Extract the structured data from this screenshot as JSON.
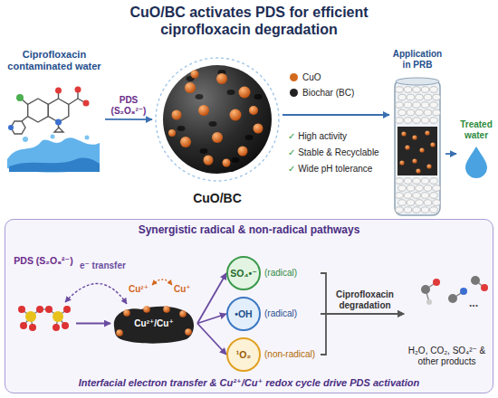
{
  "diagram": {
    "title": "CuO/BC activates PDS for efficient ciprofloxacin degradation",
    "nodes": [
      {
        "text": [
          "Ciprofloxacin contaminated water"
        ]
      },
      {
        "text": [
          "CuO/BC"
        ]
      },
      {
        "text": [
          "Application in PRB"
        ]
      },
      {
        "text": [
          "Treated water"
        ]
      },
      {
        "text": [
          "Synergistic radical & non-radical pathways",
          "Interfacial electron transfer & Cu²⁺/Cu⁺ redox cycle drive PDS activation"
        ]
      },
      {
        "text": [
          "PDS (S₂O₈²⁻)"
        ],
        "in": 4
      },
      {
        "text": [
          "Cu²⁺/Cu⁺"
        ],
        "in": 4
      },
      {
        "text": [
          "SO₄•⁻",
          "(radical)"
        ],
        "in": 4
      },
      {
        "text": [
          "•OH",
          "(radical)"
        ],
        "in": 4
      },
      {
        "text": [
          "¹O₂",
          "(non-radical)"
        ],
        "in": 4
      },
      {
        "text": [
          "H₂O, CO₂, SO₄²⁻ & other products"
        ],
        "in": 4
      }
    ],
    "edges": [
      {
        "from": 0,
        "to": 1,
        "label": "PDS (S₂O₈²⁻)",
        "arrow": "to"
      },
      {
        "from": 1,
        "to": 2,
        "arrow": "to"
      },
      {
        "from": 2,
        "to": 3,
        "arrow": "to"
      },
      {
        "from": 5,
        "to": 6,
        "arrow": "to"
      },
      {
        "from": 6,
        "to": 7,
        "arrow": "to"
      },
      {
        "from": 6,
        "to": 8,
        "arrow": "to"
      },
      {
        "from": 6,
        "to": 9,
        "arrow": "to"
      },
      {
        "from": 7,
        "to": 10,
        "arrow": "to"
      },
      {
        "from": 8,
        "to": 10,
        "label": "Ciprofloxacin degradation",
        "arrow": "to"
      },
      {
        "from": 9,
        "to": 10,
        "arrow": "to"
      }
    ],
    "labels": [
      "✓ High activity",
      "✓ Stable & Recyclable",
      "✓ Wide pH tolerance",
      "e⁻ transfer",
      "Cu²⁺",
      "Cu⁺",
      "..."
    ],
    "legend": [
      {
        "text": "CuO",
        "color": "#d2691e"
      },
      {
        "text": "Biochar (BC)",
        "color": "#222222"
      }
    ]
  }
}
